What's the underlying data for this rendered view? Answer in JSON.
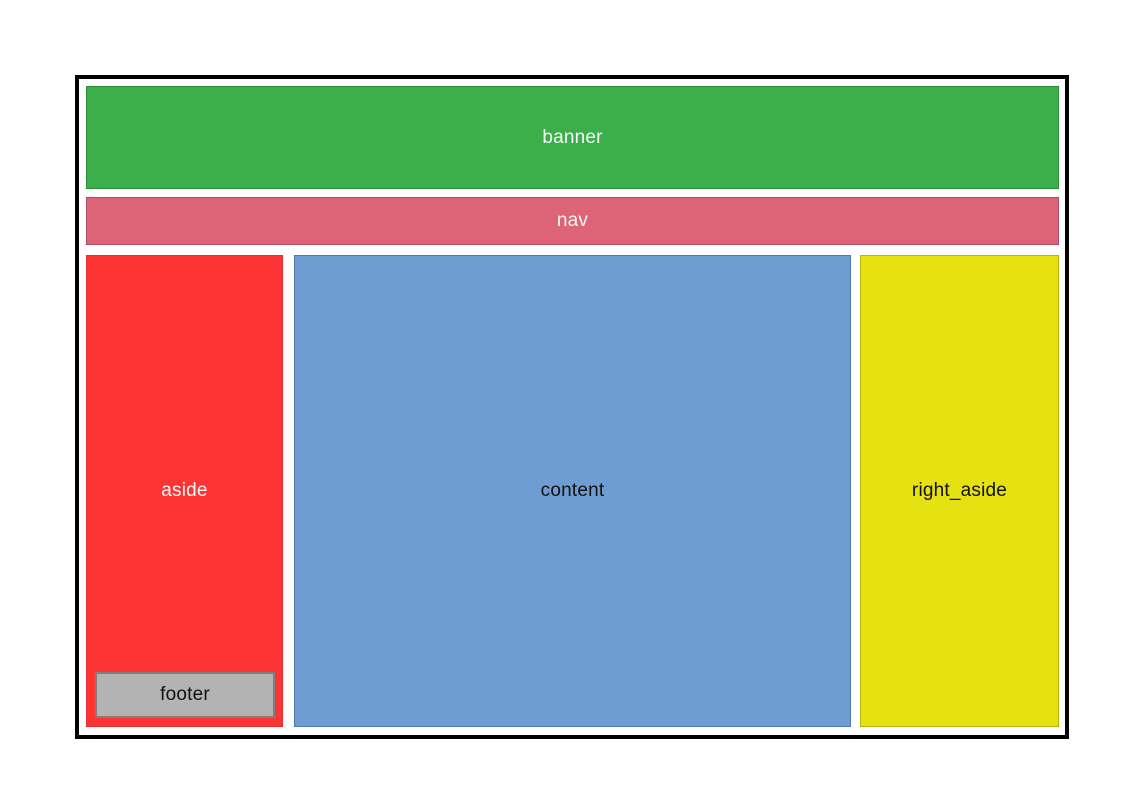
{
  "page": {
    "background": "#ffffff"
  },
  "frame": {
    "border_color": "#000000"
  },
  "regions": {
    "banner": {
      "label": "banner",
      "fill": "#3caf4a",
      "border": "#2f8c3b",
      "text_color": "#f7f7f7"
    },
    "nav": {
      "label": "nav",
      "fill": "#dd6377",
      "border": "#b04868",
      "text_color": "#f7f7f7"
    },
    "aside": {
      "label": "aside",
      "fill": "#fc3434",
      "border": "#e62e2e",
      "text_color": "#f7f7f7"
    },
    "content": {
      "label": "content",
      "fill": "#6f9cd1",
      "border": "#4d7ab0",
      "text_color": "#111111"
    },
    "right_aside": {
      "label": "right_aside",
      "fill": "#e6e212",
      "border": "#b8b40e",
      "text_color": "#111111"
    },
    "footer": {
      "label": "footer",
      "fill": "#b3b3b3",
      "border": "#7f7f7f",
      "text_color": "#111111"
    }
  }
}
